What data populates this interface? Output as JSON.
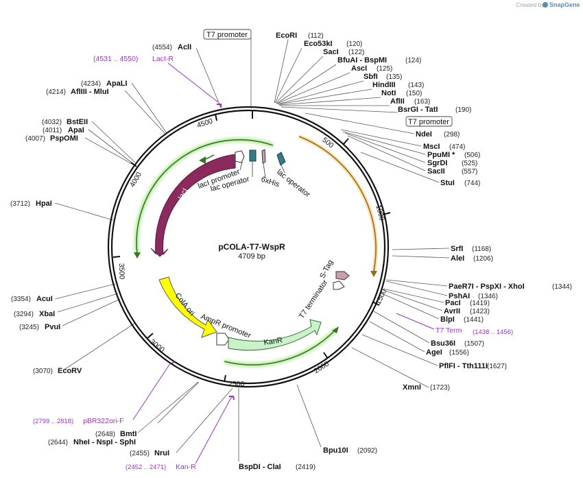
{
  "branding": {
    "created_by": "Created by",
    "app": "SnapGene"
  },
  "plasmid": {
    "name": "pCOLA-T7-WspR",
    "length_label": "4709 bp",
    "length": 4709
  },
  "ticks": [
    "500",
    "1000",
    "1500",
    "2000",
    "2500",
    "3000",
    "3500",
    "4000",
    "4500"
  ],
  "boxed_labels": [
    "T7 promoter",
    "T7 promoter"
  ],
  "enzymes": [
    {
      "name": "EcoRI",
      "pos": "(112)"
    },
    {
      "name": "Eco53kI",
      "pos": "(120)"
    },
    {
      "name": "SacI",
      "pos": "(122)"
    },
    {
      "name": "BfuAI - BspMI",
      "pos": "(124)"
    },
    {
      "name": "AscI",
      "pos": "(125)"
    },
    {
      "name": "SbfI",
      "pos": "(135)"
    },
    {
      "name": "HindIII",
      "pos": "(143)"
    },
    {
      "name": "NotI",
      "pos": "(150)"
    },
    {
      "name": "AflII",
      "pos": "(163)"
    },
    {
      "name": "BsrGI - TatI",
      "pos": "(190)"
    },
    {
      "name": "NdeI",
      "pos": "(298)"
    },
    {
      "name": "MscI",
      "pos": "(474)"
    },
    {
      "name": "PpuMI *",
      "pos": "(506)"
    },
    {
      "name": "SgrDI",
      "pos": "(525)"
    },
    {
      "name": "SacII",
      "pos": "(557)"
    },
    {
      "name": "StuI",
      "pos": "(744)"
    },
    {
      "name": "SrfI",
      "pos": "(1168)"
    },
    {
      "name": "AleI",
      "pos": "(1206)"
    },
    {
      "name": "PaeR7I - PspXI - XhoI",
      "pos": "(1344)"
    },
    {
      "name": "PshAI",
      "pos": "(1346)"
    },
    {
      "name": "PacI",
      "pos": "(1419)"
    },
    {
      "name": "AvrII",
      "pos": "(1423)"
    },
    {
      "name": "BlpI",
      "pos": "(1441)"
    },
    {
      "name": "Bsu36I",
      "pos": "(1507)"
    },
    {
      "name": "AgeI",
      "pos": "(1556)"
    },
    {
      "name": "PflFI - Tth111I",
      "pos": "(1627)"
    },
    {
      "name": "XmnI",
      "pos": "(1723)"
    },
    {
      "name": "Bpu10I",
      "pos": "(2092)"
    },
    {
      "name": "BspDI - ClaI",
      "pos": "(2419)"
    },
    {
      "name": "NruI",
      "pos": "(2455)"
    },
    {
      "name": "NheI - NspI - SphI",
      "pos": "(2644)"
    },
    {
      "name": "BmtI",
      "pos": "(2648)"
    },
    {
      "name": "EcoRV",
      "pos": "(3070)"
    },
    {
      "name": "PvuI",
      "pos": "(3245)"
    },
    {
      "name": "XbaI",
      "pos": "(3294)"
    },
    {
      "name": "AcuI",
      "pos": "(3354)"
    },
    {
      "name": "HpaI",
      "pos": "(3712)"
    },
    {
      "name": "PspOMI",
      "pos": "(4007)"
    },
    {
      "name": "ApaI",
      "pos": "(4011)"
    },
    {
      "name": "BstEII",
      "pos": "(4032)"
    },
    {
      "name": "AflIII - MluI",
      "pos": "(4214)"
    },
    {
      "name": "ApaLI",
      "pos": "(4234)"
    },
    {
      "name": "AclI",
      "pos": "(4554)"
    }
  ],
  "primers": [
    {
      "name": "LacI-R",
      "range": "(4531 .. 4550)"
    },
    {
      "name": "T7 Term",
      "range": "(1438 .. 1456)"
    },
    {
      "name": "pBR322ori-F",
      "range": "(2799 .. 2818)"
    },
    {
      "name": "Kan-R",
      "range": "(2452 .. 2471)"
    }
  ],
  "features": {
    "lacI": "lacI",
    "lacI_promoter": "lacI promoter",
    "lac_operator_1": "lac operator",
    "his": "6xHis",
    "lac_operator_2": "lac operator",
    "cola_ori": "ColA ori",
    "ampr_promoter": "AmpR promoter",
    "kanr": "KanR",
    "t7_terminator": "T7 terminator",
    "s_tag": "S-Tag"
  },
  "colors": {
    "lacI": "#8b2a5c",
    "cola_ori": "#ffff00",
    "kanr": "#c9f2c9",
    "insert_arc": "#f0a830",
    "orf_arc": "#5fb830",
    "primer": "#9b30c8",
    "s_tag": "#c9a0b0"
  }
}
